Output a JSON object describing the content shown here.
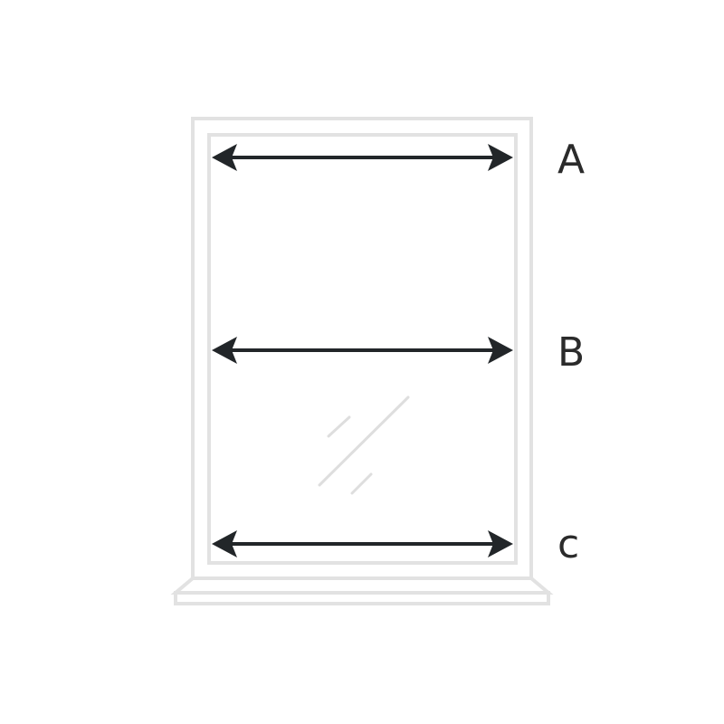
{
  "diagram": {
    "frame_color": "#e2e2e2",
    "glare_color": "#dedede",
    "arrow_color": "#222629",
    "measurements": [
      {
        "label": "A",
        "position": "top"
      },
      {
        "label": "B",
        "position": "middle"
      },
      {
        "label": "c",
        "position": "bottom"
      }
    ]
  }
}
